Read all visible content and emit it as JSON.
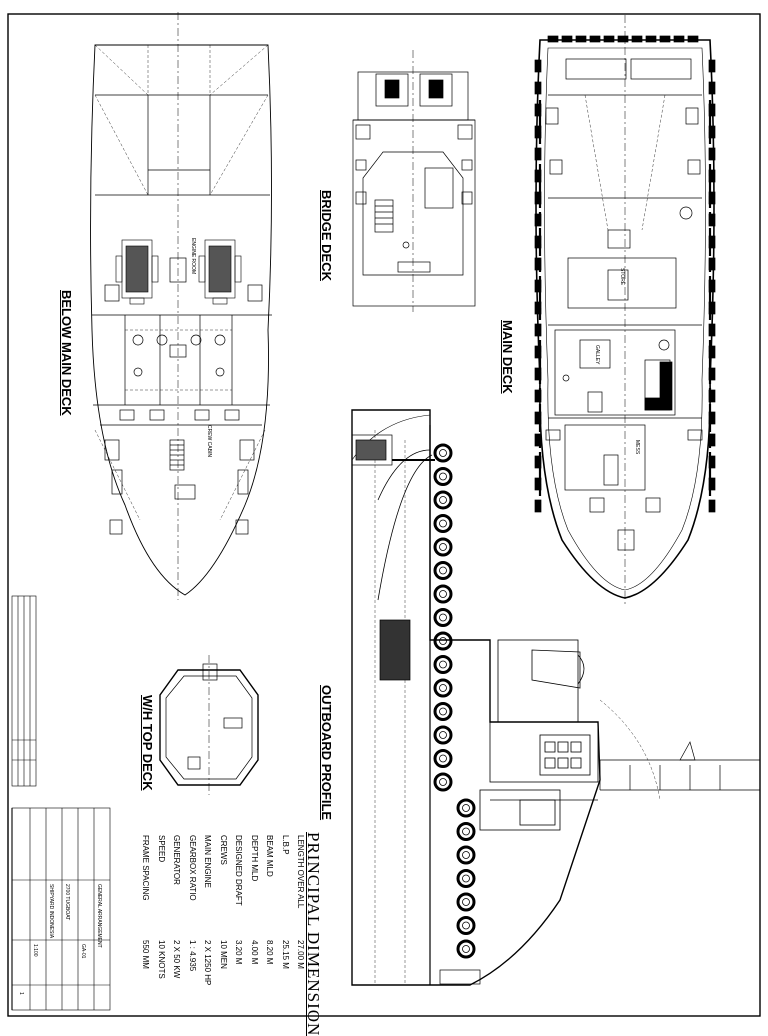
{
  "drawing": {
    "views": {
      "below_main_deck": "BELOW MAIN DECK",
      "bridge_deck": "BRIDGE DECK",
      "main_deck": "MAIN DECK",
      "outboard_profile": "OUTBOARD PROFILE",
      "wh_top_deck": "W/H TOP DECK"
    },
    "rooms": {
      "engine_room": "ENGINE ROOM",
      "crew_cabin": "CREW CABIN",
      "store": "STORE",
      "galley": "GALLEY",
      "mess": "MESS"
    },
    "principal_dimension": {
      "heading": "PRINCIPAL DIMENSION",
      "rows": [
        {
          "label": "LENGTH OVER ALL",
          "value": "27.00 M"
        },
        {
          "label": "L.B.P",
          "value": "25.15 M"
        },
        {
          "label": "BEAM MLD",
          "value": "8.20 M"
        },
        {
          "label": "DEPTH MLD",
          "value": "4.00 M"
        },
        {
          "label": "DESIGNED DRAFT",
          "value": "3.20 M"
        },
        {
          "label": "CREWS",
          "value": "10 MEN"
        },
        {
          "label": "MAIN ENGINE",
          "value": "2 X 1250 HP"
        },
        {
          "label": "GEARBOX RATIO",
          "value": "1 : 4.935"
        },
        {
          "label": "GENERATOR",
          "value": "2 X 50 KW"
        },
        {
          "label": "SPEED",
          "value": "10 KNOTS"
        },
        {
          "label": "FRAME SPACING",
          "value": "550 MM"
        }
      ]
    },
    "title_block": {
      "project": "2700 TUGBOAT",
      "drawing_title": "GENERAL ARRANGEMENT",
      "client": "SHIPYARD INDONESIA",
      "scale": "1:100",
      "sheet": "1",
      "dwg_no": "GA-01"
    }
  }
}
